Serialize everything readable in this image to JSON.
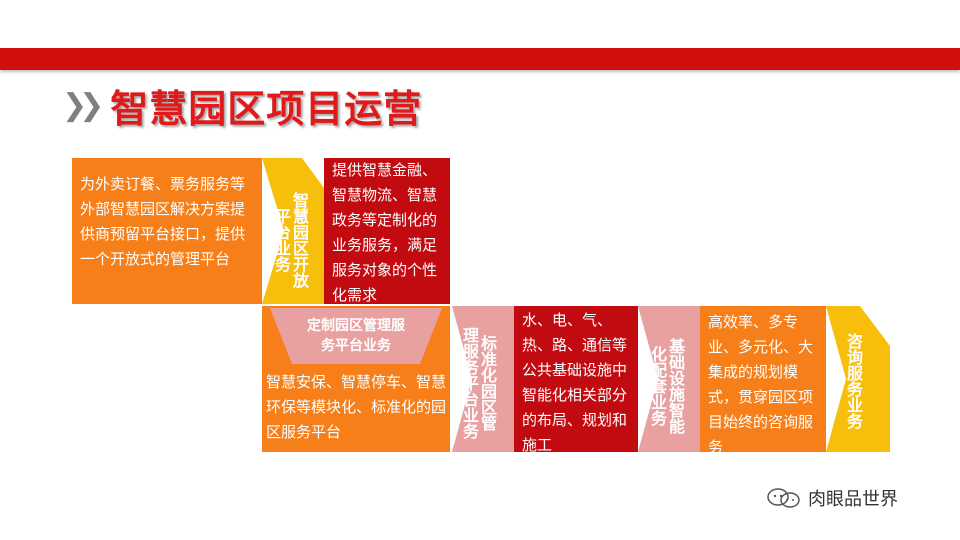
{
  "title": "智慧园区项目运营",
  "blocks": {
    "open_platform": {
      "left_text": "为外卖订餐、票务服务等外部智慧园区解决方案提供商预留平台接口，提供一个开放式的管理平台",
      "label": "智慧园区开放\n平台业务",
      "right_text": "提供智慧金融、智慧物流、智慧政务等定制化的业务服务，满足服务对象的个性化需求"
    },
    "custom_platform": {
      "label": "定制园区管理服务平台业务",
      "text": "智慧安保、智慧停车、智慧环保等模块化、标准化的园区服务平台"
    },
    "standard_platform": {
      "label": "标准化园区管\n理服务平台业务",
      "text": "水、电、气、热、路、通信等公共基础设施中智能化相关部分的布局、规划和施工"
    },
    "infrastructure": {
      "label": "基础设施智能\n化配套业务",
      "text": "高效率、多专业、多元化、大集成的规划模式，贯穿园区项目始终的咨询服务"
    },
    "consulting": {
      "label": "咨询服务业务"
    }
  },
  "watermark": "肉眼品世界",
  "colors": {
    "red_bar": "#d10d0d",
    "title": "#e0191b",
    "orange": "#f77f1a",
    "dark_red": "#c20b10",
    "gold": "#f8be0c",
    "pink": "#e8a0a0"
  }
}
